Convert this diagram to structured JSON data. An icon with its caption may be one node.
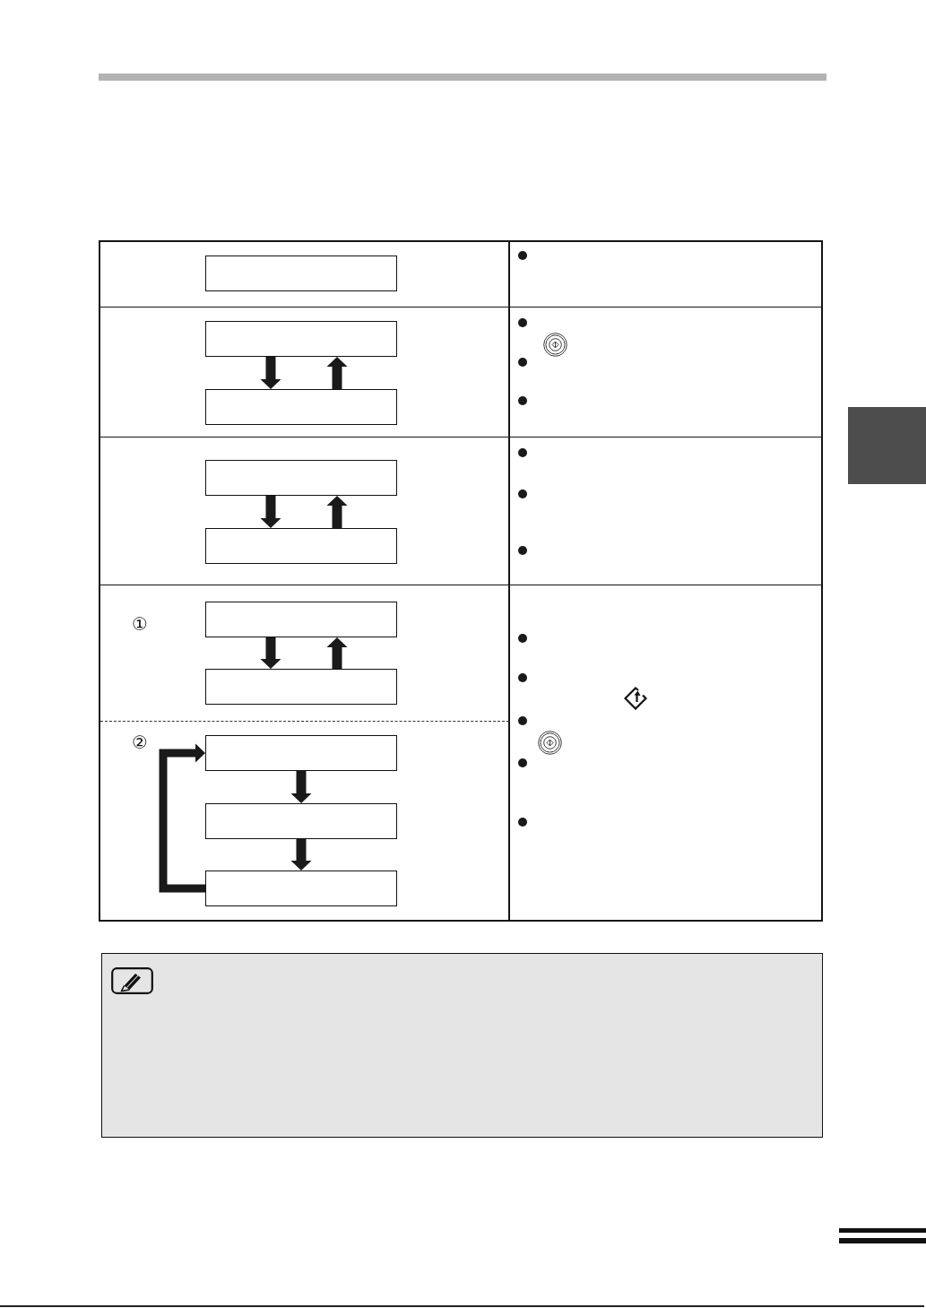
{
  "diagram": {
    "nodes": [
      {
        "text": [],
        "shape": "box"
      },
      {
        "text": [],
        "shape": "box"
      },
      {
        "text": [],
        "shape": "box"
      },
      {
        "text": [],
        "shape": "box"
      },
      {
        "text": [],
        "shape": "box"
      },
      {
        "text": [],
        "shape": "box"
      },
      {
        "text": [],
        "shape": "box"
      },
      {
        "text": [],
        "shape": "box"
      },
      {
        "text": [],
        "shape": "box"
      },
      {
        "text": [],
        "shape": "box"
      },
      {
        "text": [],
        "shape": "box"
      }
    ],
    "edges": [
      {
        "from": 1,
        "to": 2,
        "arrow": "to"
      },
      {
        "from": 2,
        "to": 1,
        "arrow": "to"
      },
      {
        "from": 3,
        "to": 4,
        "arrow": "to"
      },
      {
        "from": 4,
        "to": 3,
        "arrow": "to"
      },
      {
        "from": 5,
        "to": 6,
        "arrow": "to"
      },
      {
        "from": 6,
        "to": 5,
        "arrow": "to"
      },
      {
        "from": 7,
        "to": 8,
        "arrow": "to"
      },
      {
        "from": 8,
        "to": 9,
        "arrow": "to"
      },
      {
        "from": 9,
        "to": 7,
        "arrow": "to"
      }
    ],
    "labels": [
      "①",
      "②"
    ]
  }
}
